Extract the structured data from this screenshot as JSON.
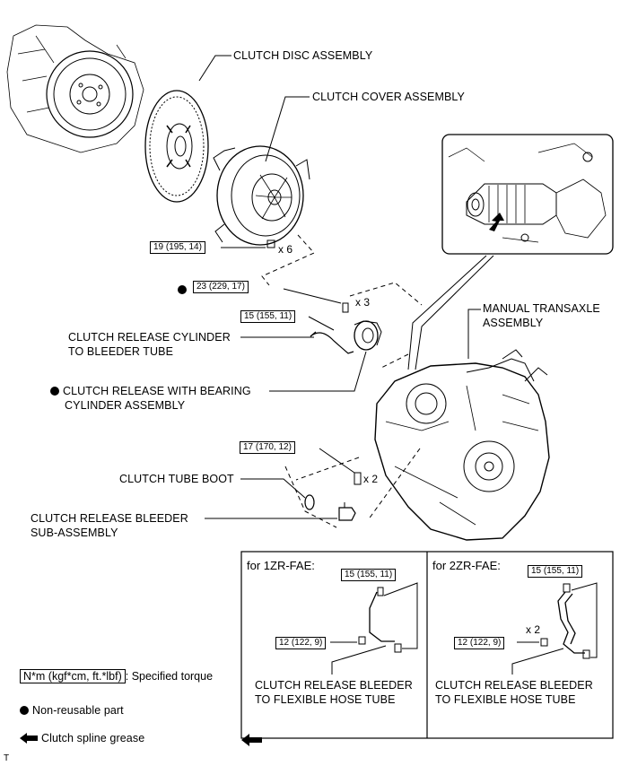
{
  "labels": {
    "clutch_disc": "CLUTCH DISC ASSEMBLY",
    "clutch_cover": "CLUTCH COVER ASSEMBLY",
    "transaxle_1": "MANUAL TRANSAXLE",
    "transaxle_2": "ASSEMBLY",
    "release_cyl_tube_1": "CLUTCH RELEASE CYLINDER",
    "release_cyl_tube_2": "TO BLEEDER TUBE",
    "bearing_cyl_1": "CLUTCH RELEASE WITH BEARING",
    "bearing_cyl_2": "CYLINDER ASSEMBLY",
    "tube_boot": "CLUTCH TUBE BOOT",
    "bleeder_1": "CLUTCH RELEASE BLEEDER",
    "bleeder_2": "SUB-ASSEMBLY"
  },
  "torques": {
    "cover_bolt": "19 (195, 14)",
    "cyl_bolt": "23 (229, 17)",
    "tube_nut": "15 (155, 11)",
    "bleeder_bolt": "17 (170, 12)"
  },
  "quantities": {
    "cover_bolt": "x 6",
    "cyl_bolt": "x 3",
    "bleeder_bolt": "x 2",
    "inset2_bolt": "x 2"
  },
  "inset_left": {
    "title": "for 1ZR-FAE:",
    "torque_top": "15 (155, 11)",
    "torque_bottom": "12 (122, 9)",
    "part_1": "CLUTCH RELEASE BLEEDER",
    "part_2": "TO FLEXIBLE HOSE TUBE"
  },
  "inset_right": {
    "title": "for 2ZR-FAE:",
    "torque_top": "15 (155, 11)",
    "torque_bottom": "12 (122, 9)",
    "part_1": "CLUTCH RELEASE BLEEDER",
    "part_2": "TO FLEXIBLE HOSE TUBE"
  },
  "legend": {
    "torque_unit": "N*m (kgf*cm, ft.*lbf)",
    "torque_desc": ": Specified torque",
    "non_reusable": "Non-reusable part",
    "spline_grease": "Clutch spline grease"
  },
  "footer_mark": "T",
  "colors": {
    "ink": "#000000",
    "background": "#ffffff"
  }
}
